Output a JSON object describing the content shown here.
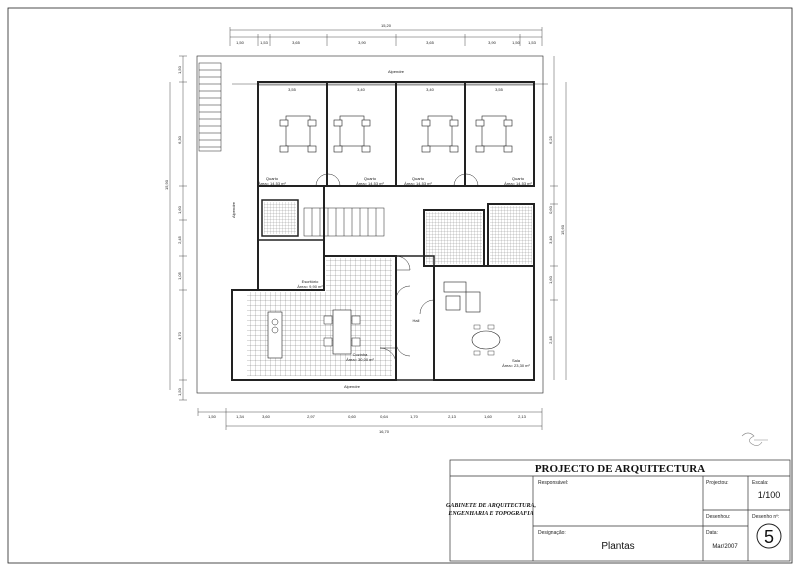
{
  "plan": {
    "overall_width": "16,70",
    "top_total": "15,20",
    "top_dims": [
      "1,50",
      "1,53",
      "3,65",
      "3,90",
      "3,65",
      "3,90",
      "1,50",
      "1,53"
    ],
    "bottom_dims": [
      "1,50",
      "1,34",
      "3,60",
      "2,97",
      "0,60",
      "0,64",
      "1,70",
      "2,13",
      "1,60",
      "2,13"
    ],
    "left_dims": [
      "1,50",
      "6,30",
      "1,60",
      "2,45",
      "1,05",
      "4,70",
      "1,50"
    ],
    "left_total": "15,90",
    "right_dims": [
      "6,25",
      "0,60",
      "3,40",
      "1,60",
      "2,45"
    ],
    "right_total": "15,60",
    "top_room_dims": [
      "3,55",
      "3,40",
      "3,40",
      "3,55"
    ],
    "rooms": [
      {
        "name": "Quarto",
        "area": "Área= 14,53 m²"
      },
      {
        "name": "Quarto",
        "area": "Área= 14,53 m²"
      },
      {
        "name": "Quarto",
        "area": "Área= 14,53 m²"
      },
      {
        "name": "Quarto",
        "area": "Área= 14,53 m²"
      },
      {
        "name": "Escritório",
        "area": "Área= 9,90 m²"
      },
      {
        "name": "Cozinha",
        "area": "Área= 30,00 m²"
      },
      {
        "name": "Sala",
        "area": "Área= 23,30 m²"
      },
      {
        "name": "Hall",
        "area": ""
      }
    ],
    "labels": {
      "alpendre_top": "Alpendre",
      "alpendre_left": "Alpendre",
      "alpendre_bottom": "Alpendre"
    }
  },
  "title_block": {
    "heading": "PROJECTO DE ARQUITECTURA",
    "responsavel_label": "Responsável:",
    "projectou_label": "Projectou:",
    "desenhou_label": "Desenhou:",
    "escala_label": "Escala:",
    "escala_value": "1/100",
    "desenho_label": "Desenho nº:",
    "desenho_value": "5",
    "firm": "GABINETE DE ARQUITECTURA,\nENGENHARIA E TOPOGRAFIA",
    "designacao_label": "Designação:",
    "designacao_value": "Plantas",
    "data_label": "Data:",
    "data_value": "Mar/2007"
  }
}
